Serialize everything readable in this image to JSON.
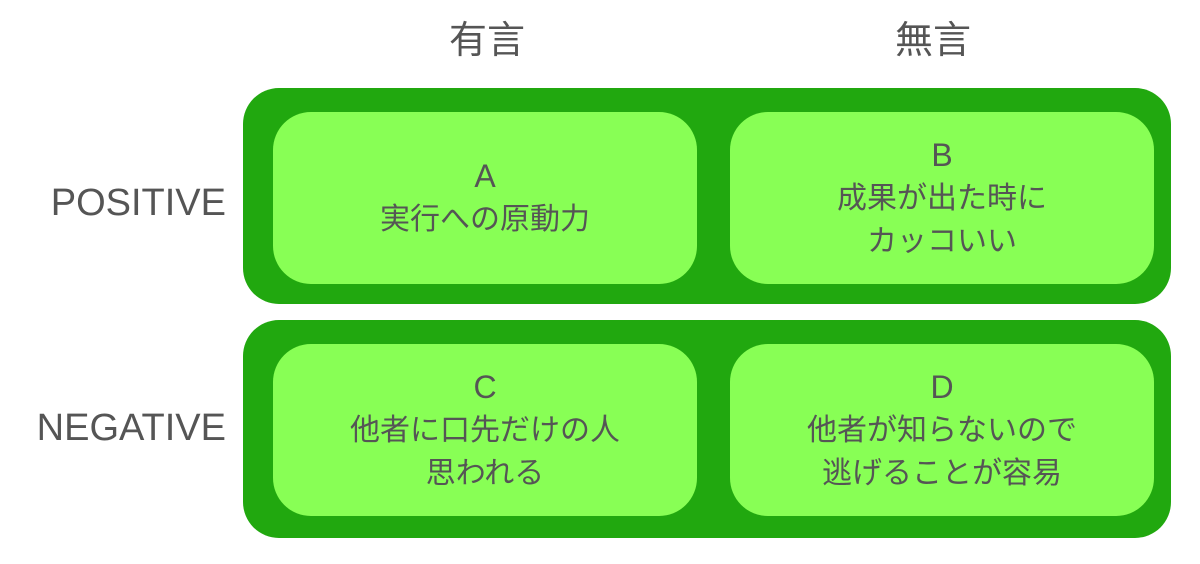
{
  "columns": {
    "col1": "有言",
    "col2": "無言"
  },
  "rows": {
    "row1": "POSITIVE",
    "row2": "NEGATIVE"
  },
  "cells": {
    "a": {
      "letter": "A",
      "line1": "実行への原動力",
      "line2": ""
    },
    "b": {
      "letter": "B",
      "line1": "成果が出た時に",
      "line2": "カッコいい"
    },
    "c": {
      "letter": "C",
      "line1": "他者に口先だけの人",
      "line2": "思われる"
    },
    "d": {
      "letter": "D",
      "line1": "他者が知らないので",
      "line2": "逃げることが容易"
    }
  },
  "colors": {
    "band": "#21a80f",
    "cell": "#88ff55",
    "text": "#555555"
  }
}
